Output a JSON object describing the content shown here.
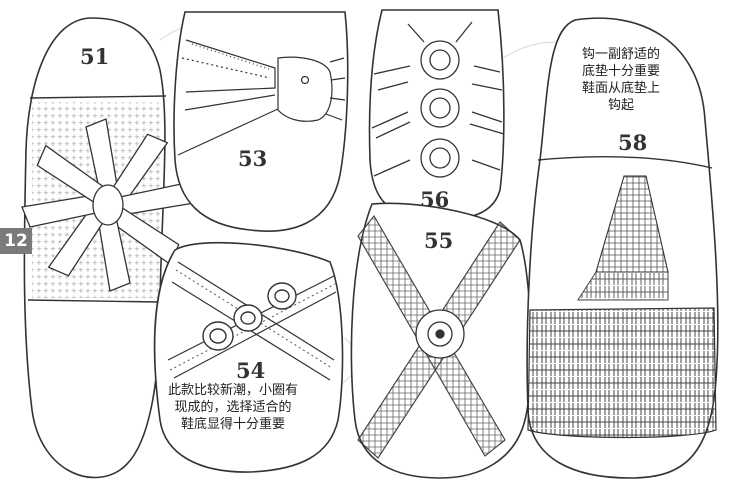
{
  "page": {
    "page_number": "12",
    "background": "#ffffff",
    "ink": "#333333",
    "badge_color": "#7a7a7a"
  },
  "patterns": [
    {
      "number": "51",
      "motif": "flower"
    },
    {
      "number": "53",
      "motif": "strap-with-button"
    },
    {
      "number": "54",
      "motif": "rings-band"
    },
    {
      "number": "55",
      "motif": "cross-straps-medallion"
    },
    {
      "number": "56",
      "motif": "three-rings"
    },
    {
      "number": "58",
      "motif": "ribbed-top"
    }
  ],
  "notes": {
    "n54": [
      "此款比较新潮，小圈有",
      "现成的，选择适合的",
      "鞋底显得十分重要"
    ],
    "n58": [
      "钩一副舒适的",
      "底垫十分重要",
      "鞋面从底垫上",
      "钩起"
    ]
  }
}
